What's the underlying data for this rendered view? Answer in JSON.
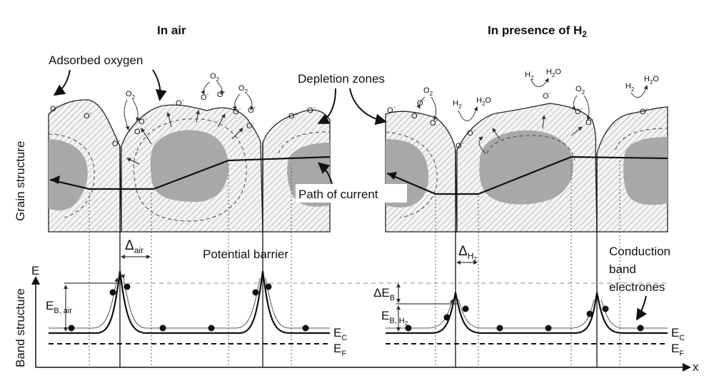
{
  "titles": {
    "left": "In air",
    "right": "In presence of H",
    "right_sub": "2"
  },
  "axes": {
    "grain": "Grain structure",
    "band": "Band structure",
    "e": "E",
    "x": "x"
  },
  "labels": {
    "adsorbed_oxygen": "Adsorbed oxygen",
    "depletion_zones": "Depletion zones",
    "path_of_current": "Path of current",
    "potential_barrier": "Potential barrier",
    "conduction_band": [
      "Conduction",
      "band",
      "electrones"
    ]
  },
  "symbols": {
    "o_minus": "O",
    "minus": "-",
    "o2": "O",
    "two": "2",
    "h2": "H",
    "h2o_h": "H",
    "h2o_o": "O",
    "delta": "Δ",
    "air": "air",
    "h2sub": "H",
    "h2sub2": "2",
    "delta_eb": "ΔE",
    "b": "B",
    "eb_air_e": "E",
    "eb_air_sub": "B, air",
    "eb_h2_e": "E",
    "eb_h2_sub": "B, H",
    "eb_h2_sub2": "2",
    "ec": "E",
    "ec_sub": "C",
    "ef": "E",
    "ef_sub": "F"
  }
}
